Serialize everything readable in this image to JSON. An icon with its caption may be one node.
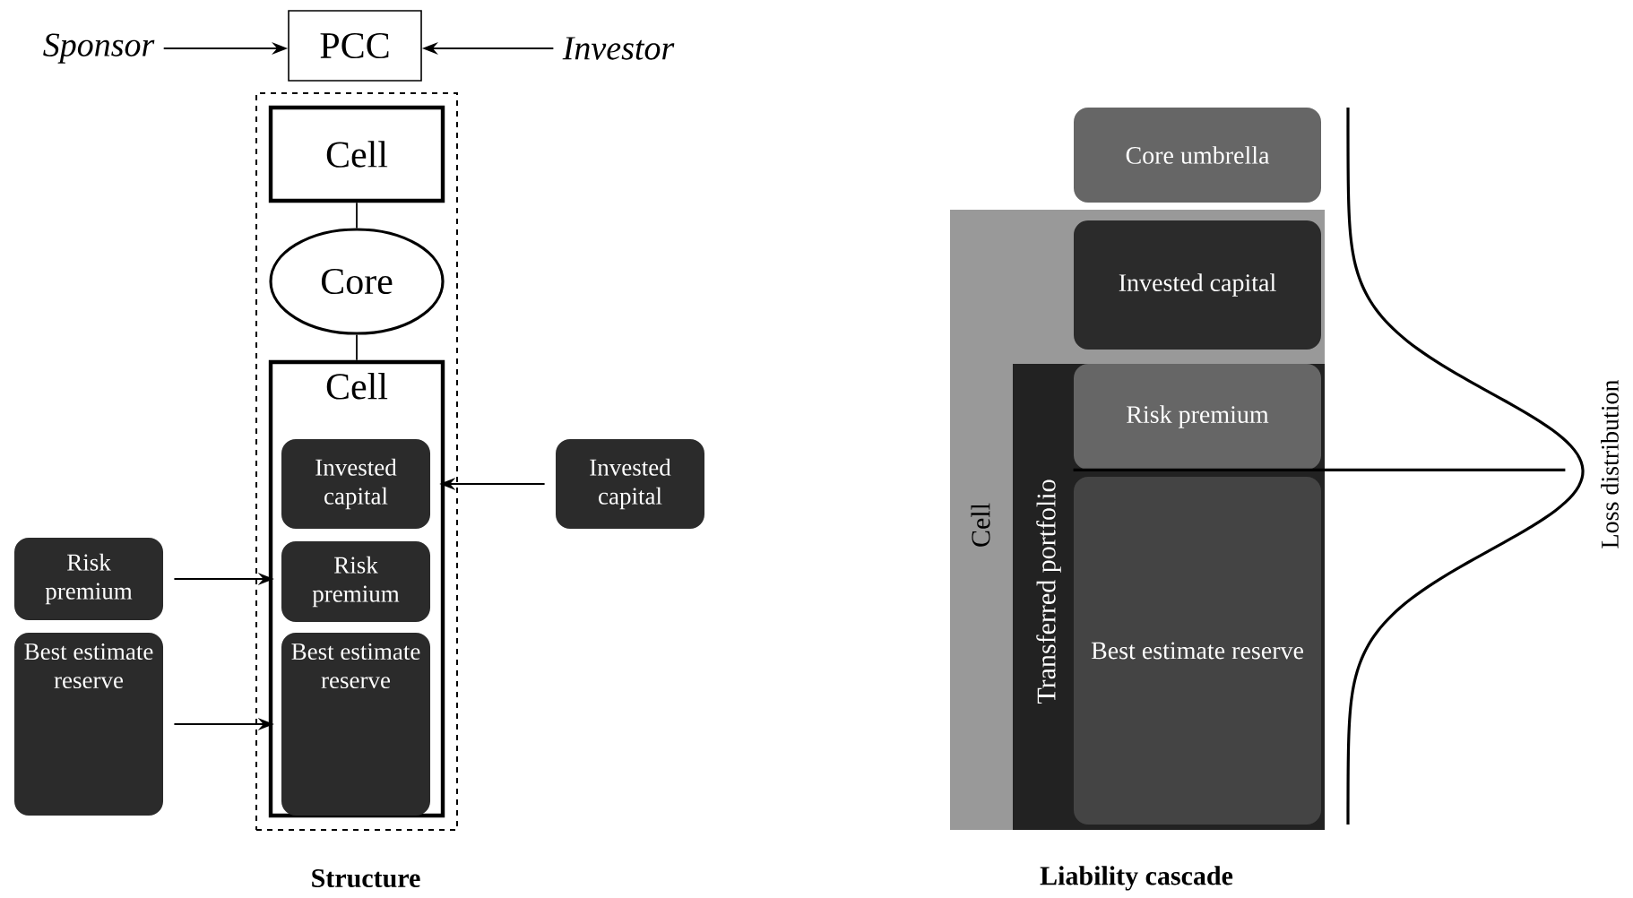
{
  "diagram": {
    "nodes": [
      {
        "text": [
          "Sponsor"
        ]
      },
      {
        "text": [
          "PCC"
        ]
      },
      {
        "text": [
          "Investor"
        ]
      },
      {
        "text": [],
        "shape": "box"
      },
      {
        "text": [
          "Cell"
        ],
        "in": 3
      },
      {
        "text": [
          "Core"
        ],
        "in": 3
      },
      {
        "text": [
          "Cell"
        ],
        "in": 3
      },
      {
        "text": [
          "Invested capital"
        ],
        "in": 6
      },
      {
        "text": [
          "Risk premium"
        ],
        "in": 6
      },
      {
        "text": [
          "Best estimate reserve"
        ],
        "in": 6
      },
      {
        "text": [
          "Invested capital"
        ]
      },
      {
        "text": [
          "Risk premium"
        ]
      },
      {
        "text": [
          "Best estimate reserve"
        ]
      },
      {
        "text": [
          "Core umbrella"
        ]
      },
      {
        "text": [
          "Cell"
        ]
      },
      {
        "text": [
          "Transferred portfolio"
        ],
        "in": 14
      },
      {
        "text": [
          "Invested capital"
        ],
        "in": 14
      },
      {
        "text": [
          "Risk premium"
        ],
        "in": 15
      },
      {
        "text": [
          "Best estimate reserve"
        ],
        "in": 15
      },
      {
        "text": [],
        "shape": "curve",
        "beside": [
          "Loss distribution"
        ]
      }
    ],
    "edges": [
      {
        "from": 0,
        "to": 1,
        "arrow": "to"
      },
      {
        "from": 2,
        "to": 1,
        "arrow": "to"
      },
      {
        "from": 4,
        "to": 5,
        "arrow": "none"
      },
      {
        "from": 5,
        "to": 6,
        "arrow": "none"
      },
      {
        "from": 10,
        "to": 6,
        "arrow": "to"
      },
      {
        "from": 11,
        "to": 6,
        "arrow": "to"
      },
      {
        "from": 12,
        "to": 6,
        "arrow": "to"
      },
      {
        "from": 17,
        "to": 19,
        "arrow": "none"
      }
    ],
    "labels": [
      "Structure",
      "Liability cascade"
    ]
  }
}
